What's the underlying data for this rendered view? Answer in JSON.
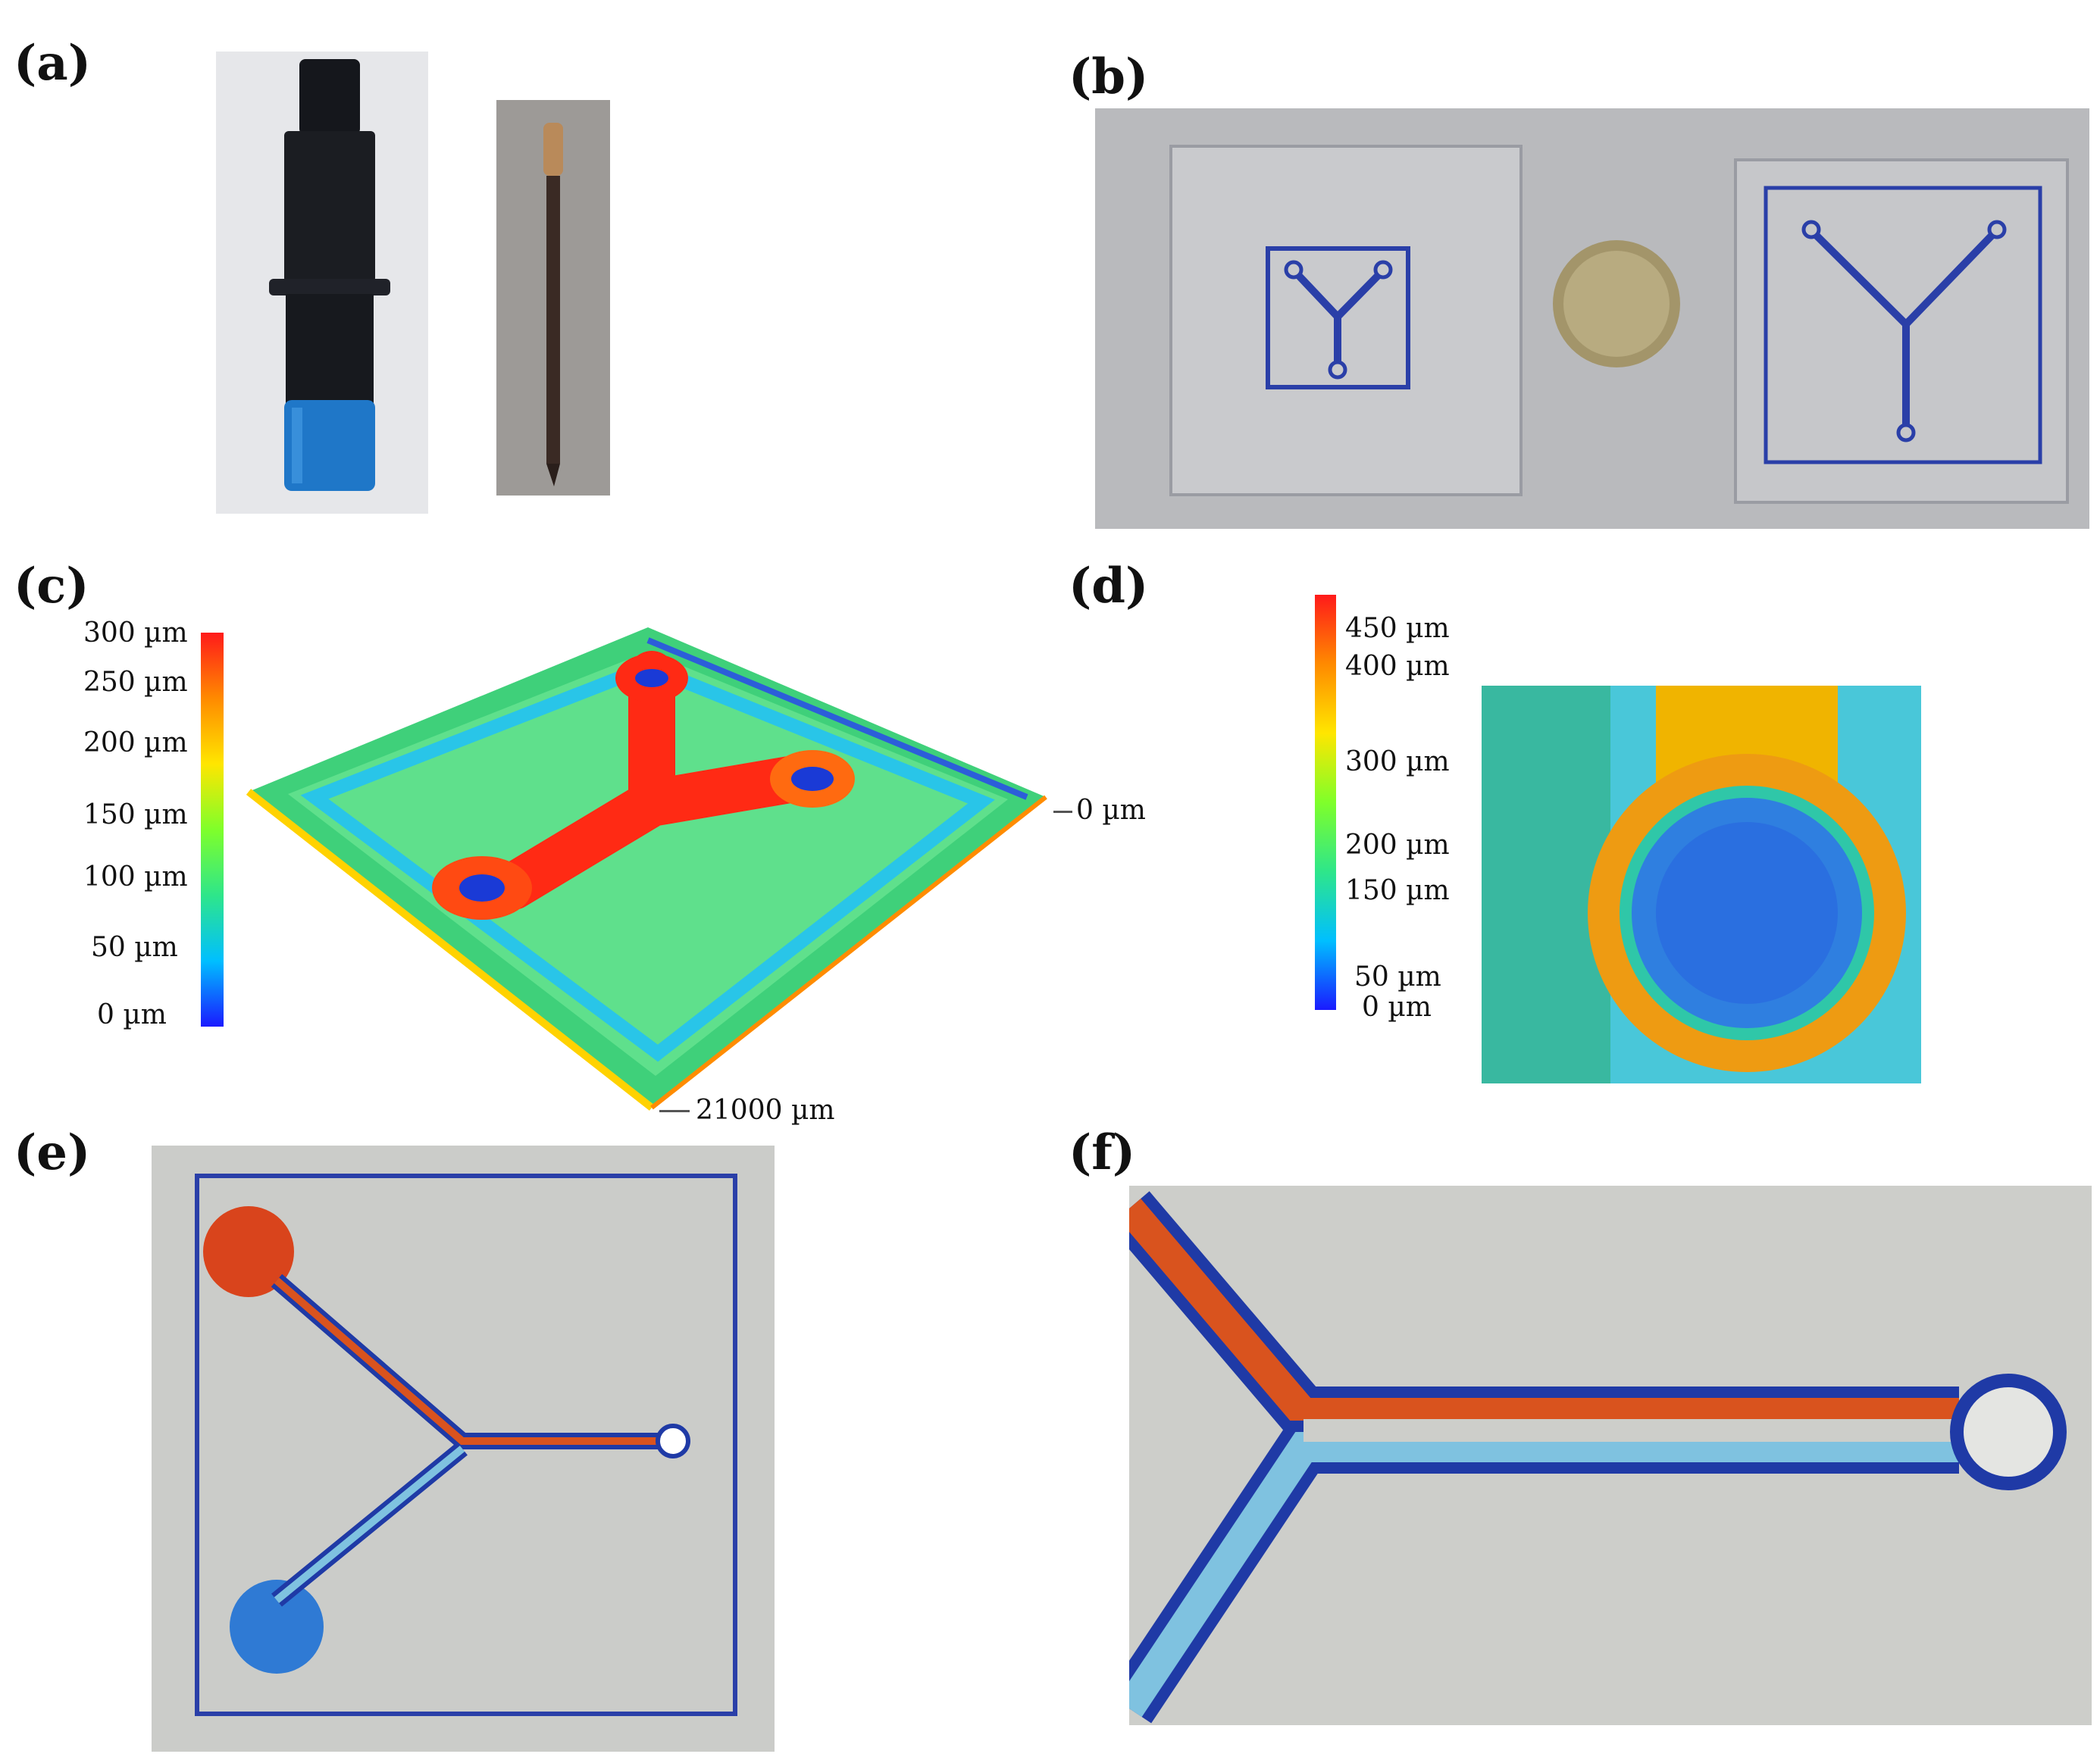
{
  "panels": {
    "a": {
      "label": "(a)",
      "objects": [
        "cutter-blade-holder",
        "cutting-blade"
      ]
    },
    "b": {
      "label": "(b)",
      "objects": [
        "small-y-channel-chip",
        "coin",
        "large-y-channel-chip"
      ]
    },
    "c": {
      "label": "(c)",
      "colorbar_ticks": [
        "300 µm",
        "250 µm",
        "200 µm",
        "150 µm",
        "100 µm",
        "50 µm",
        "0 µm"
      ],
      "axis_labels": {
        "depth_zero": "0 µm",
        "length": "21000 µm"
      }
    },
    "d": {
      "label": "(d)",
      "colorbar_ticks": [
        "450 µm",
        "400 µm",
        "300 µm",
        "200 µm",
        "150 µm",
        "50 µm",
        "0 µm"
      ]
    },
    "e": {
      "label": "(e)",
      "dye_colors": {
        "inlet_1": "#d9441c",
        "inlet_2": "#2f7ad4"
      }
    },
    "f": {
      "label": "(f)",
      "dye_colors": {
        "upper_stream": "#d9531e",
        "lower_stream": "#7fc2e0",
        "channel_edge": "#1f3aa6"
      }
    }
  },
  "colormap": [
    "#1a1aff",
    "#00bfff",
    "#2ee68a",
    "#7fff2a",
    "#ffe600",
    "#ff8a00",
    "#ff1a1a"
  ]
}
